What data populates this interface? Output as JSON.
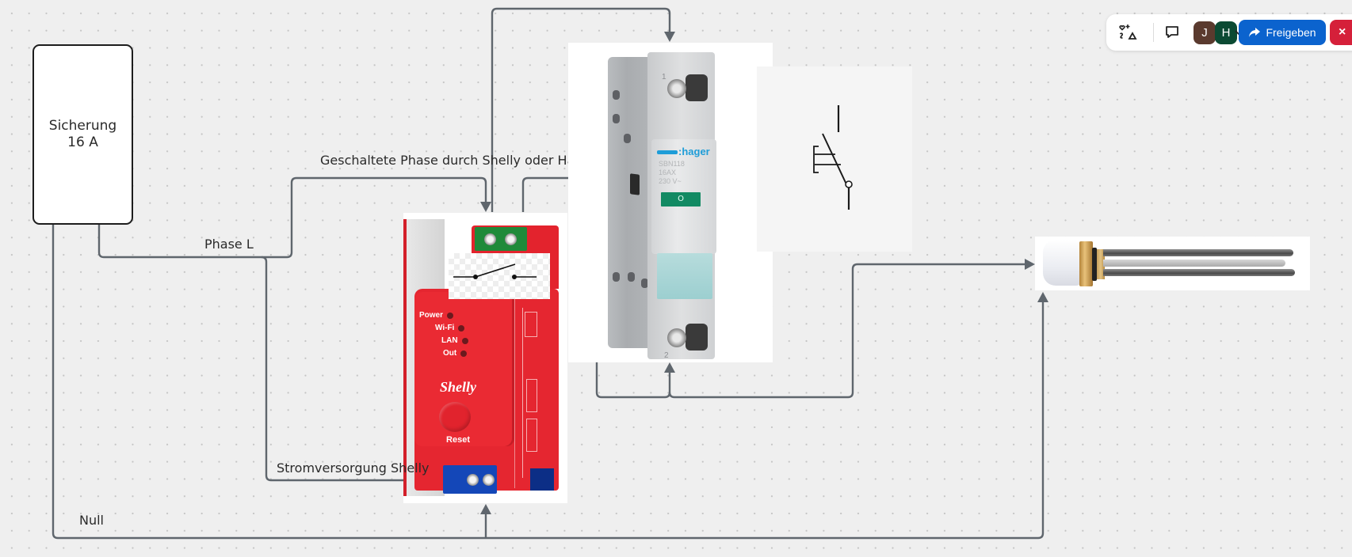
{
  "toolbar": {
    "reactions_icon": "shapes-sparkle-icon",
    "comment_icon": "comment-icon",
    "avatars": [
      {
        "initial": "J",
        "color": "#5a3a2e"
      },
      {
        "initial": "H",
        "color": "#0b4a33"
      }
    ],
    "avatars_dropdown_icon": "chevron-down-icon",
    "share_label": "Freigeben",
    "share_icon": "share-arrow-icon",
    "share_color": "#0b63ce",
    "close_label": "×",
    "close_color": "#d5203a"
  },
  "diagram": {
    "fuse": {
      "line1": "Sicherung",
      "line2": "16 A"
    },
    "labels": {
      "phase": "Phase L",
      "switched_phase": "Geschaltete Phase durch Shelly oder Handschalter",
      "power_supply": "Stromversorgung Shelly",
      "neutral": "Null"
    },
    "shelly": {
      "leds": [
        "Power",
        "Wi-Fi",
        "LAN",
        "Out"
      ],
      "brand": "Shelly",
      "reset": "Reset"
    },
    "hager": {
      "brand": ":hager",
      "model": "SBN118",
      "rating": "16AX",
      "voltage": "230 V~",
      "lever": "O",
      "terminal_top": "1",
      "terminal_bottom": "2"
    },
    "components": [
      "fuse",
      "shelly-relay",
      "hager-manual-switch",
      "pushbutton-symbol",
      "immersion-heater"
    ],
    "wire_color": "#5f666d"
  }
}
